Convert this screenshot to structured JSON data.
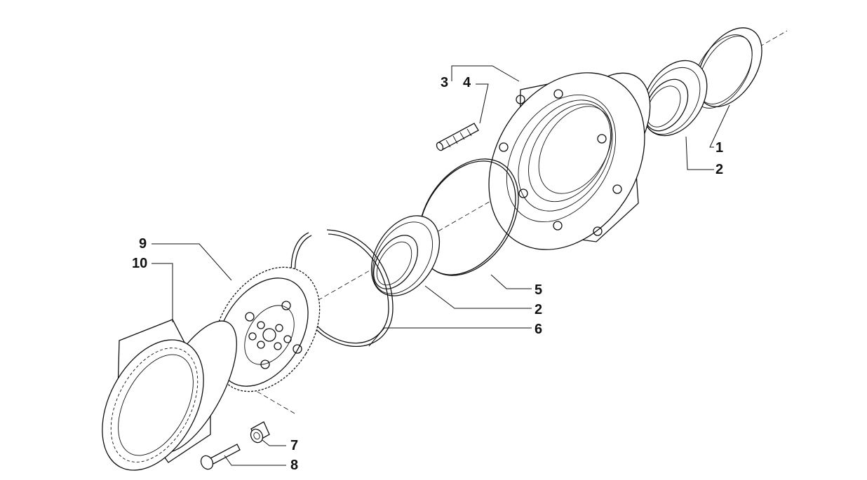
{
  "callouts": [
    {
      "id": "1",
      "text": "1"
    },
    {
      "id": "2a",
      "text": "2"
    },
    {
      "id": "3",
      "text": "3"
    },
    {
      "id": "4",
      "text": "4"
    },
    {
      "id": "5",
      "text": "5"
    },
    {
      "id": "2b",
      "text": "2"
    },
    {
      "id": "6",
      "text": "6"
    },
    {
      "id": "9",
      "text": "9"
    },
    {
      "id": "10",
      "text": "10"
    },
    {
      "id": "7",
      "text": "7"
    },
    {
      "id": "8",
      "text": "8"
    }
  ]
}
